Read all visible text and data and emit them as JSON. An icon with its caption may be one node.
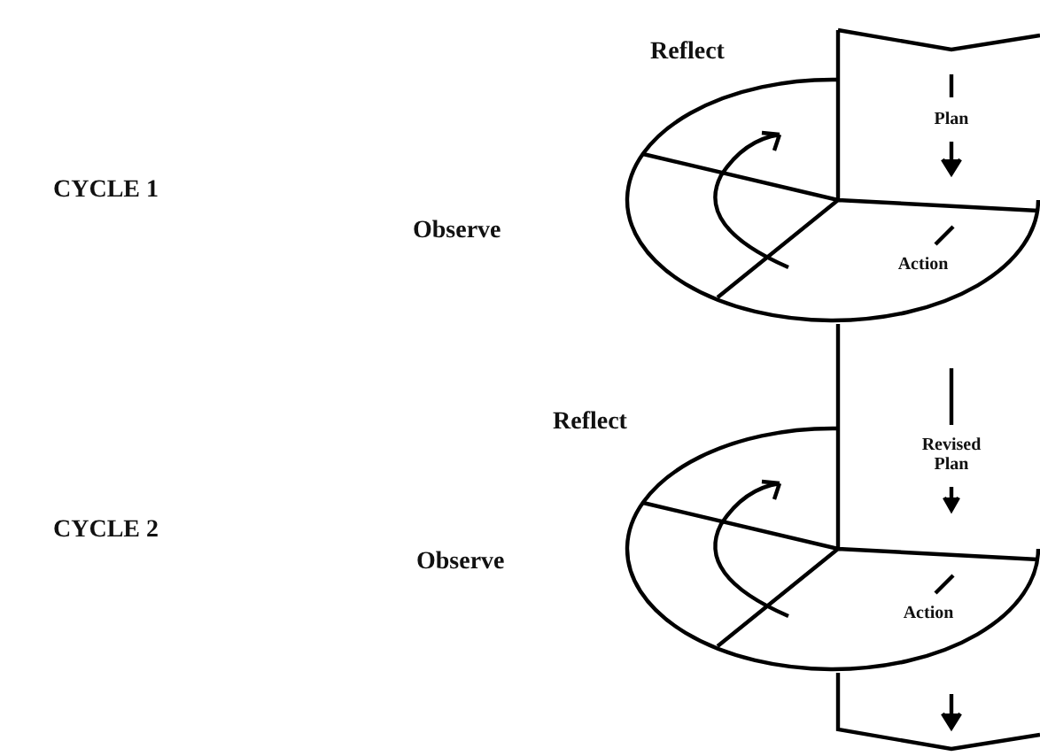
{
  "diagram": {
    "labels": [
      "Reflect",
      "Plan",
      "CYCLE 1",
      "Observe",
      "Action",
      "Reflect",
      "Revised Plan",
      "CYCLE 2",
      "Observe",
      "Action"
    ]
  }
}
